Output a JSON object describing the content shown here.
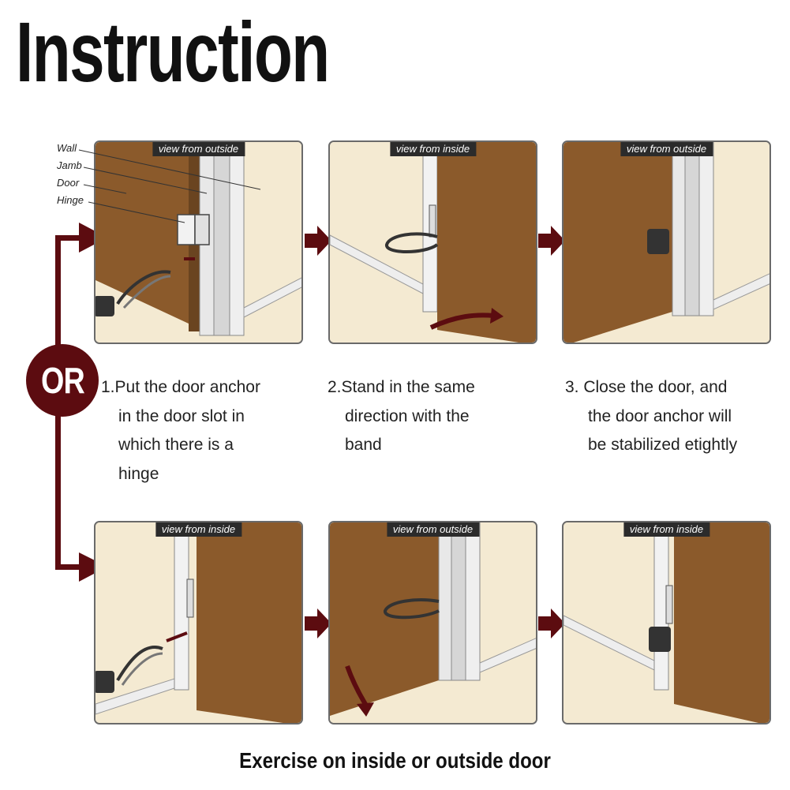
{
  "title": "Instruction",
  "colors": {
    "door": "#8b5a2b",
    "wall": "#f4ead2",
    "arrow": "#5c0c10",
    "frame": "#e8e8e8",
    "label_bg": "#2b2b2b"
  },
  "callouts": {
    "wall": "Wall",
    "jamb": "Jamb",
    "door": "Door",
    "hinge": "Hinge"
  },
  "top_row": [
    {
      "view": "view from outside"
    },
    {
      "view": "view from inside"
    },
    {
      "view": "view from outside"
    }
  ],
  "bottom_row": [
    {
      "view": "view from inside"
    },
    {
      "view": "view from outside"
    },
    {
      "view": "view from inside"
    }
  ],
  "or_label": "OR",
  "steps": [
    {
      "lines": [
        "1.Put the door anchor",
        "in the door slot in",
        "which there is a",
        "hinge"
      ]
    },
    {
      "lines": [
        "2.Stand in the same",
        "direction with the",
        "band"
      ]
    },
    {
      "lines": [
        "3. Close the door, and",
        "the door anchor will",
        "be stabilized etightly"
      ]
    }
  ],
  "footer": "Exercise on inside or outside door",
  "icons": {
    "flow_arrow": "right-arrow-icon",
    "swing_arrow": "curved-arrow-icon",
    "anchor": "door-anchor-icon"
  }
}
